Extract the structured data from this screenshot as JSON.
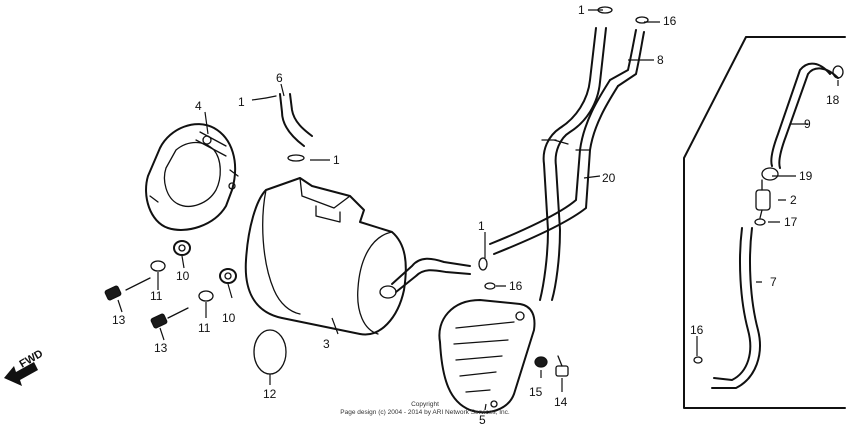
{
  "callouts": {
    "c1a": "1",
    "c1b": "1",
    "c1c": "1",
    "c1d": "1",
    "c2": "2",
    "c3": "3",
    "c4": "4",
    "c5": "5",
    "c6": "6",
    "c7": "7",
    "c8": "8",
    "c9": "9",
    "c10a": "10",
    "c10b": "10",
    "c11a": "11",
    "c11b": "11",
    "c12": "12",
    "c13a": "13",
    "c13b": "13",
    "c14": "14",
    "c15": "15",
    "c16a": "16",
    "c16b": "16",
    "c16c": "16",
    "c17": "17",
    "c18": "18",
    "c19": "19",
    "c20": "20"
  },
  "fwd_label": "FWD",
  "copyright": {
    "line1": "Copyright",
    "line2": "Page design (c) 2004 - 2014 by ARI Network Services, Inc."
  }
}
